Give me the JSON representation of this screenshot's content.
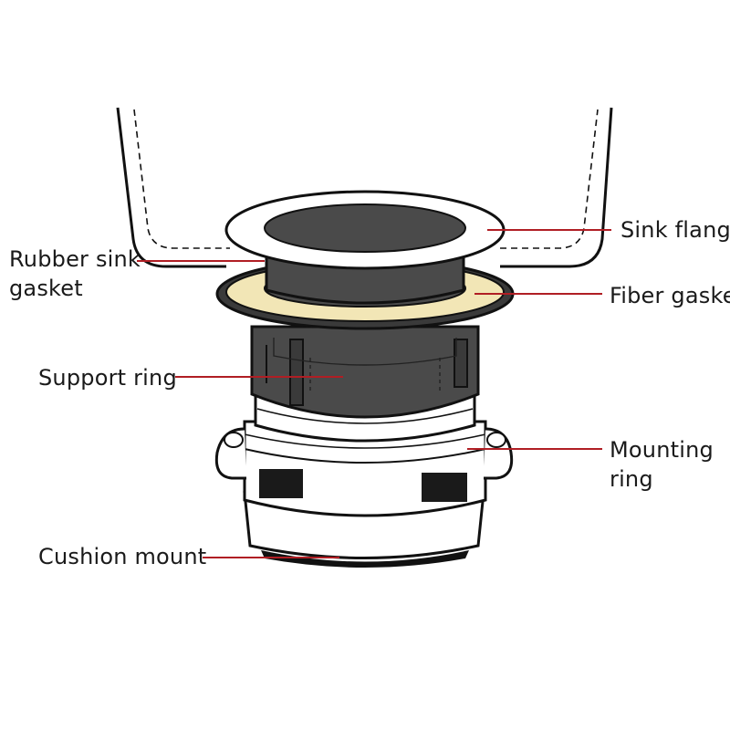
{
  "labels": {
    "sink_flange": "Sink flange",
    "rubber_sink_gasket": [
      "Rubber sink",
      "gasket"
    ],
    "fiber_gasket": "Fiber gasket",
    "support_ring": "Support ring",
    "mounting_ring": [
      "Mounting",
      "ring"
    ],
    "cushion_mount": "Cushion mount"
  },
  "colors": {
    "leader": "#b01e24",
    "outline": "#111111",
    "dark_part": "#4a4a4a",
    "darker_part": "#3a3a3a",
    "fiber": "#f2e6b6",
    "background": "#ffffff"
  }
}
